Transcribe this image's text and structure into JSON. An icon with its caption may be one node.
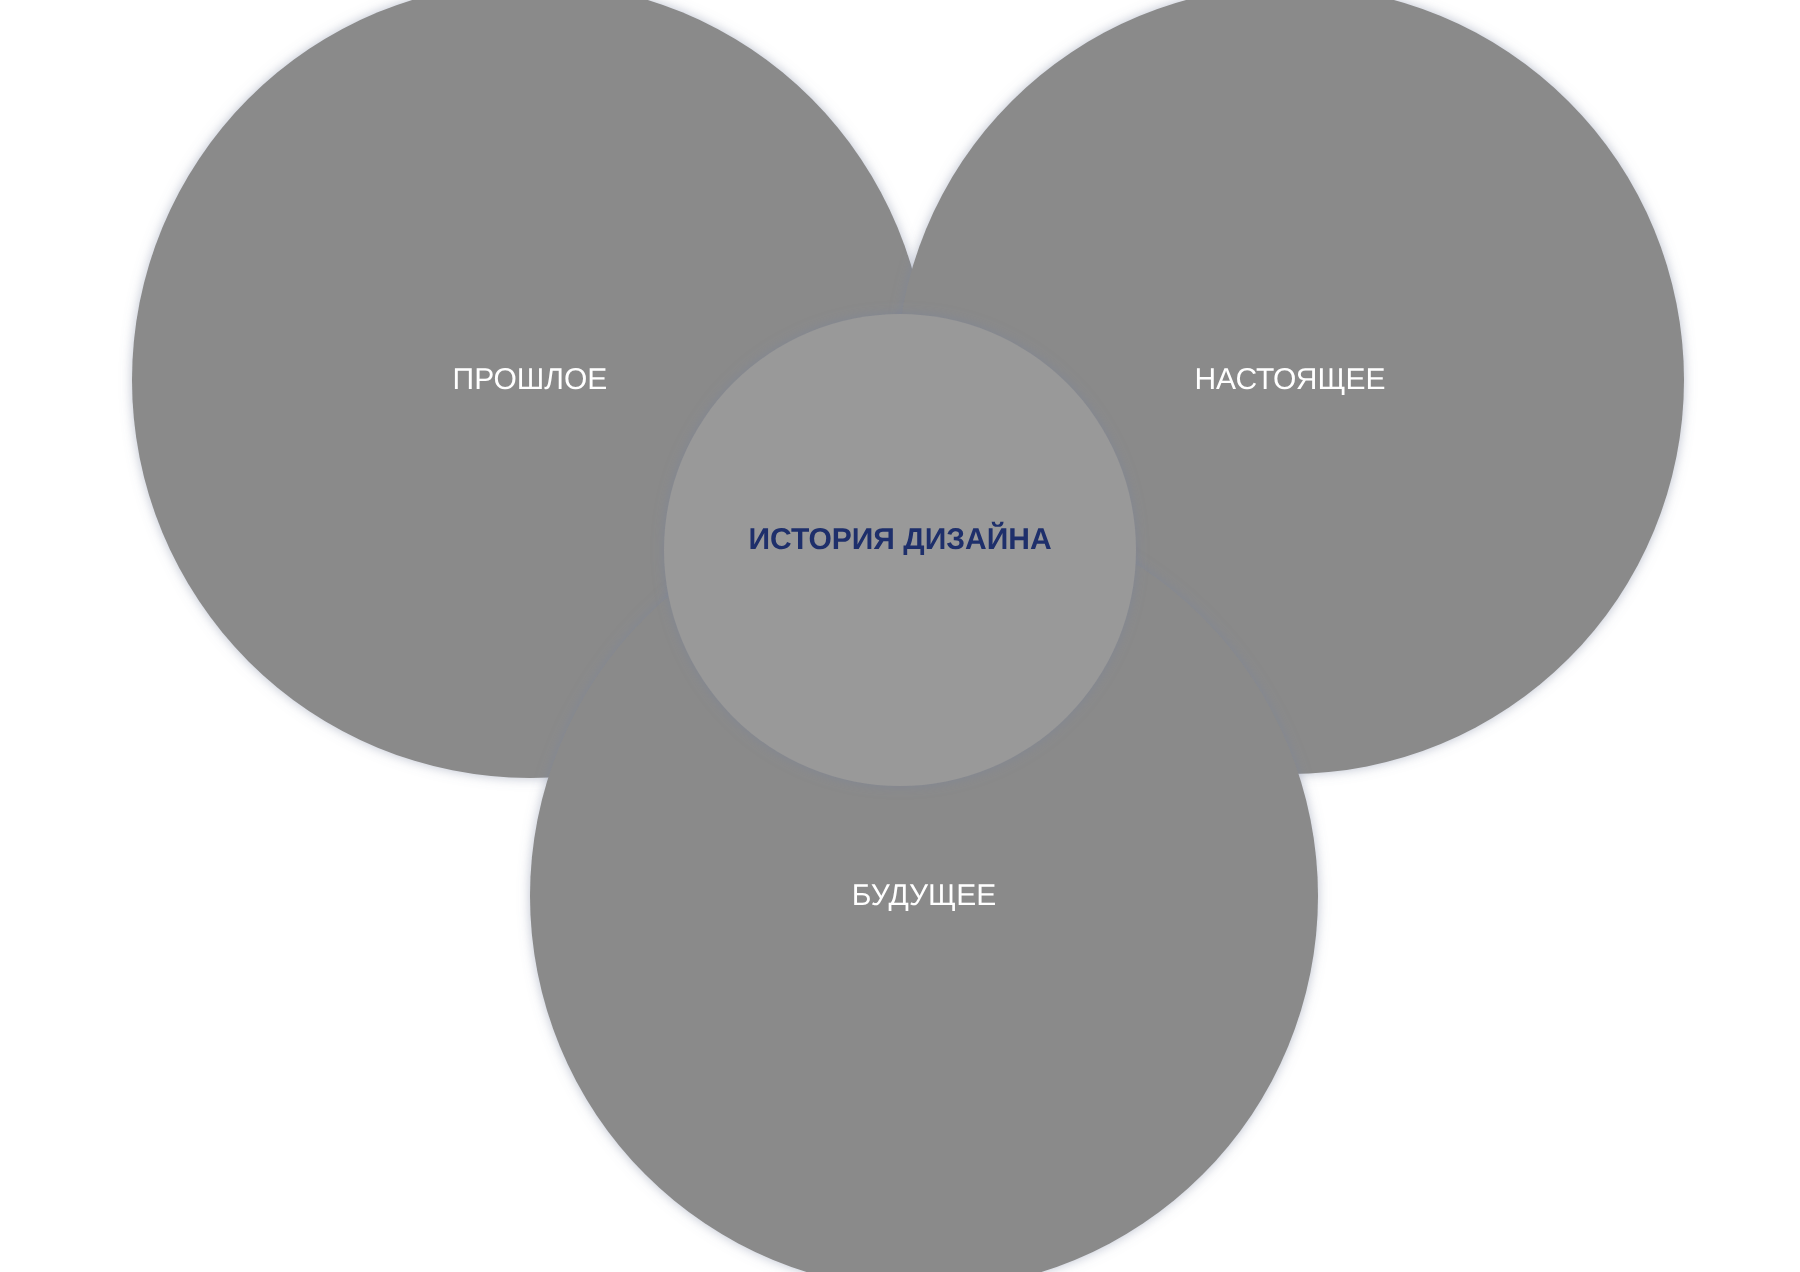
{
  "diagram": {
    "nodes": [
      {
        "text": [
          "ПРОШЛОЕ"
        ]
      },
      {
        "text": [
          "НАСТОЯЩЕЕ"
        ]
      },
      {
        "text": [
          "ИСТОРИЯ ДИЗАЙНА"
        ]
      },
      {
        "text": [
          "БУДУЩЕЕ"
        ]
      }
    ]
  }
}
